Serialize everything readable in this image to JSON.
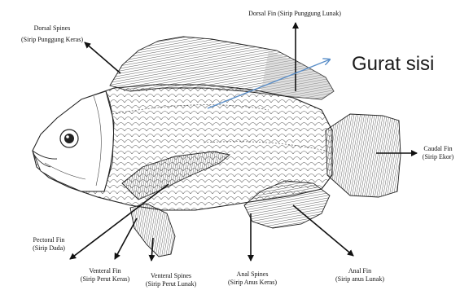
{
  "labels": {
    "dorsal_spines": {
      "en": "Dorsal Spines",
      "id": "(Sirip Punggung Keras)"
    },
    "dorsal_fin": {
      "en": "Dorsal Fin (Sirip Punggung Lunak)"
    },
    "lateral_line": {
      "text": "Gurat sisi"
    },
    "caudal_fin": {
      "en": "Caudal Fin",
      "id": "(Sirip Ekor)"
    },
    "pectoral_fin": {
      "en": "Pectoral Fin",
      "id": "(Sirip Dada)"
    },
    "ventral_fin": {
      "en": "Venteral Fin",
      "id": "(Sirip Perut Keras)"
    },
    "ventral_spines": {
      "en": "Venteral Spines",
      "id": "(Sirip Perut Lunak)"
    },
    "anal_spines": {
      "en": "Anal Spines",
      "id": "(Sirip Anus Keras)"
    },
    "anal_fin": {
      "en": "Anal Fin",
      "id": "(Sirip anus Lunak)"
    }
  },
  "colors": {
    "lateral_line_arrow": "#5b8fc9",
    "ink": "#111111"
  }
}
